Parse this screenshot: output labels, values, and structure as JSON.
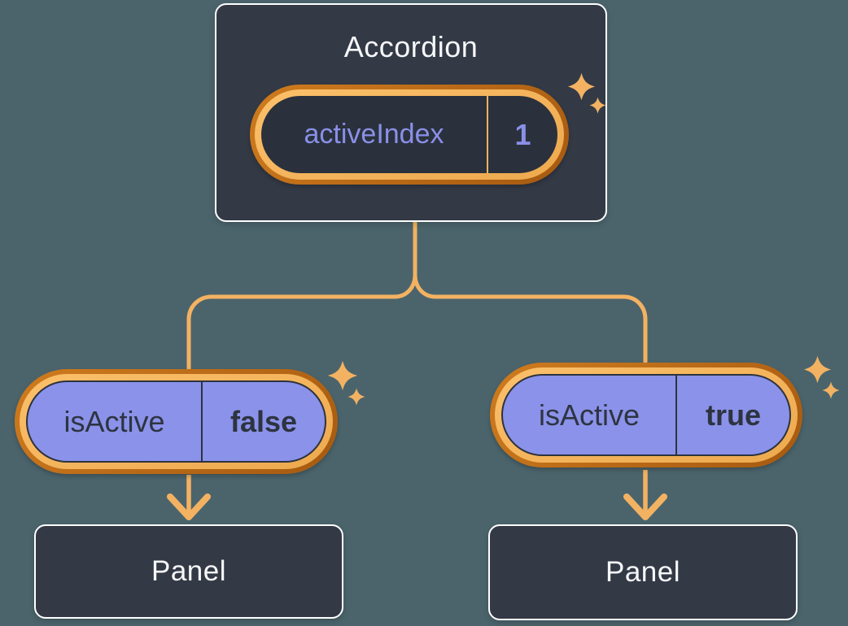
{
  "colors": {
    "bg": "#4b646c",
    "node-fill": "#333a46",
    "node-border": "#ffffff",
    "node-text": "#f6f7f9",
    "pill-interior": "#2b313c",
    "purple-text": "#8a90e8",
    "purple-fill": "#8b92ea",
    "dark-text": "#2d3440",
    "dark-border": "#2d333e",
    "accent-orange": "#f3b262",
    "ring-outer-light": "#cf7b1e",
    "ring-outer-dark": "#a65a10",
    "ring-inner-light": "#fbc06b",
    "ring-inner-dark": "#eda94e"
  },
  "icons": {
    "sparkle": "four-point-star"
  },
  "diagram": {
    "root": {
      "title": "Accordion",
      "state": {
        "name": "activeIndex",
        "value": "1"
      }
    },
    "children": [
      {
        "prop": {
          "name": "isActive",
          "value": "false"
        },
        "panel": {
          "label": "Panel"
        }
      },
      {
        "prop": {
          "name": "isActive",
          "value": "true"
        },
        "panel": {
          "label": "Panel"
        }
      }
    ]
  }
}
